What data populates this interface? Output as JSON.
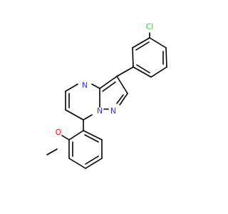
{
  "diagram": {
    "type": "chemical-structure",
    "atoms": [
      {
        "id": "cl",
        "label": "Cl",
        "color": "#33cc33"
      },
      {
        "id": "n4",
        "label": "N",
        "color": "#3333ff"
      },
      {
        "id": "n1",
        "label": "N",
        "color": "#3333ff"
      },
      {
        "id": "n8",
        "label": "N",
        "color": "#3333ff"
      },
      {
        "id": "o",
        "label": "O",
        "color": "#ff0000"
      }
    ],
    "bond_color": "#000000"
  }
}
